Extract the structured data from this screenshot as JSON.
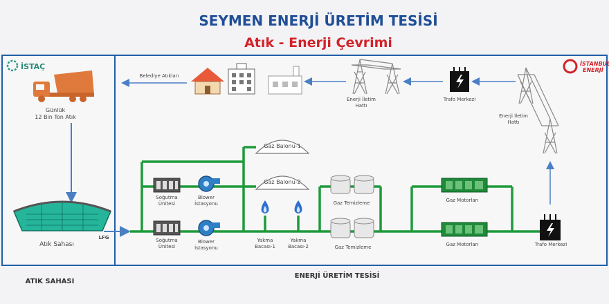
{
  "header": {
    "title": "SEYMEN ENERJİ ÜRETİM TESİSİ",
    "subtitle": "Atık - Enerji Çevrimi"
  },
  "left_panel": {
    "logo_text": "İSTAÇ",
    "truck_caption_line1": "Günlük",
    "truck_caption_line2": "12 Bin Ton Atık",
    "landfill_label": "Atık Sahası",
    "lfg_label": "LFG",
    "footer": "ATIK SAHASI"
  },
  "right_panel": {
    "logo_line1": "İSTANBUL",
    "logo_line2": "ENERJİ",
    "footer": "ENERJİ ÜRETİM TESİSİ",
    "belediye": "Belediye Atıkları",
    "iletim1_line1": "Enerji İletim",
    "iletim1_line2": "Hattı",
    "trafo_top": "Trafo Merkezi",
    "iletim2_line1": "Enerji İletim",
    "iletim2_line2": "Hattı",
    "gas_balloon_1": "Gaz Balonu-1",
    "gas_balloon_2": "Gaz Balonu-2",
    "cooling_1_line1": "Soğutma",
    "cooling_1_line2": "Ünitesi",
    "blower_1_line1": "Blower",
    "blower_1_line2": "İstasyonu",
    "cooling_2_line1": "Soğutma",
    "cooling_2_line2": "Ünitesi",
    "blower_2_line1": "Blower",
    "blower_2_line2": "İstasyonu",
    "flare_1_line1": "Yakma",
    "flare_1_line2": "Bacası-1",
    "flare_2_line1": "Yakma",
    "flare_2_line2": "Bacası-2",
    "gas_clean_top": "Gaz Temizleme",
    "gas_clean_bottom": "Gaz Temizleme",
    "gas_engine_top": "Gaz Motorları",
    "gas_engine_bottom": "Gaz Motorları",
    "trafo_bottom": "Trafo Merkezi"
  },
  "colors": {
    "title": "#1f4e96",
    "subtitle": "#d3232a",
    "pipe": "#1f9a3a",
    "arrow": "#4a7fc4",
    "truck": "#e07a3c",
    "panel_border": "#1f5fa8"
  }
}
